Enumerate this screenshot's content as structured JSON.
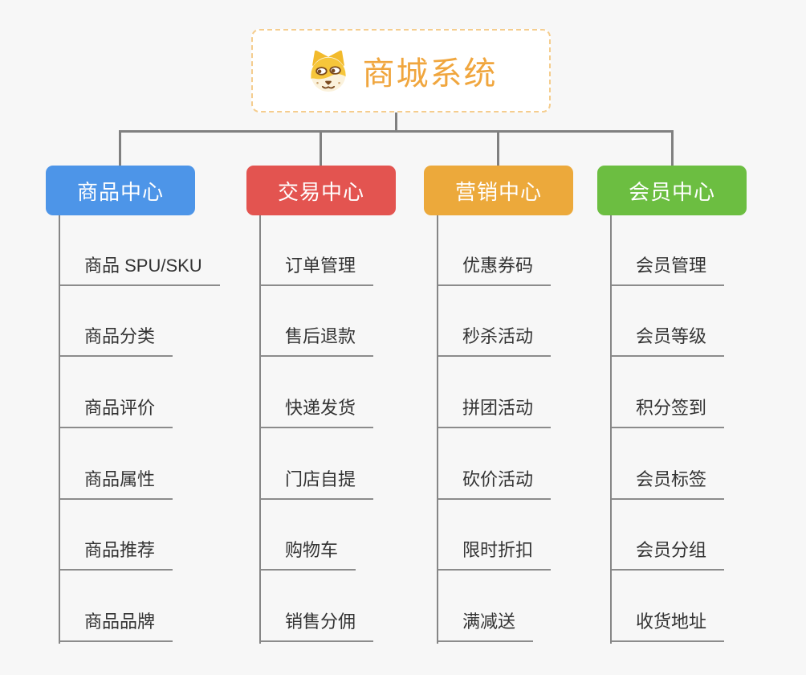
{
  "root": {
    "title": "商城系统",
    "icon": "doge-icon",
    "accent_color": "#f0a63e",
    "border_color": "#f5cd8e"
  },
  "branches": [
    {
      "id": "product-center",
      "label": "商品中心",
      "color": "#4d95e8",
      "items": [
        "商品 SPU/SKU",
        "商品分类",
        "商品评价",
        "商品属性",
        "商品推荐",
        "商品品牌"
      ]
    },
    {
      "id": "trade-center",
      "label": "交易中心",
      "color": "#e35450",
      "items": [
        "订单管理",
        "售后退款",
        "快递发货",
        "门店自提",
        "购物车",
        "销售分佣"
      ]
    },
    {
      "id": "marketing-center",
      "label": "营销中心",
      "color": "#eca93b",
      "items": [
        "优惠券码",
        "秒杀活动",
        "拼团活动",
        "砍价活动",
        "限时折扣",
        "满减送"
      ]
    },
    {
      "id": "member-center",
      "label": "会员中心",
      "color": "#6cbe41",
      "items": [
        "会员管理",
        "会员等级",
        "积分签到",
        "会员标签",
        "会员分组",
        "收货地址"
      ]
    }
  ],
  "colors": {
    "background": "#f7f7f7",
    "connector": "#808080",
    "underline": "#8c8c8c",
    "item_text": "#333333"
  }
}
